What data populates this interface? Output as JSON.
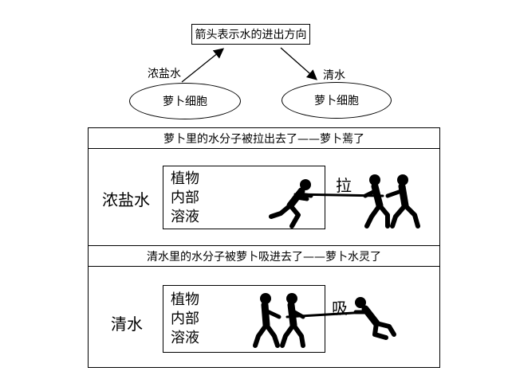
{
  "top": {
    "note": "箭头表示水的进出方向",
    "left_label": "浓盐水",
    "right_label": "清水",
    "left_cell": "萝卜细胞",
    "right_cell": "萝卜细胞"
  },
  "panel1": {
    "caption": "萝卜里的水分子被拉出去了——萝卜蔫了",
    "solution": "浓盐水",
    "inner_lines": [
      "植物",
      "内部",
      "溶液"
    ],
    "action": "拉"
  },
  "panel2": {
    "caption": "清水里的水分子被萝卜吸进去了——萝卜水灵了",
    "solution": "清水",
    "inner_lines": [
      "植物",
      "内部",
      "溶液"
    ],
    "action": "吸"
  }
}
